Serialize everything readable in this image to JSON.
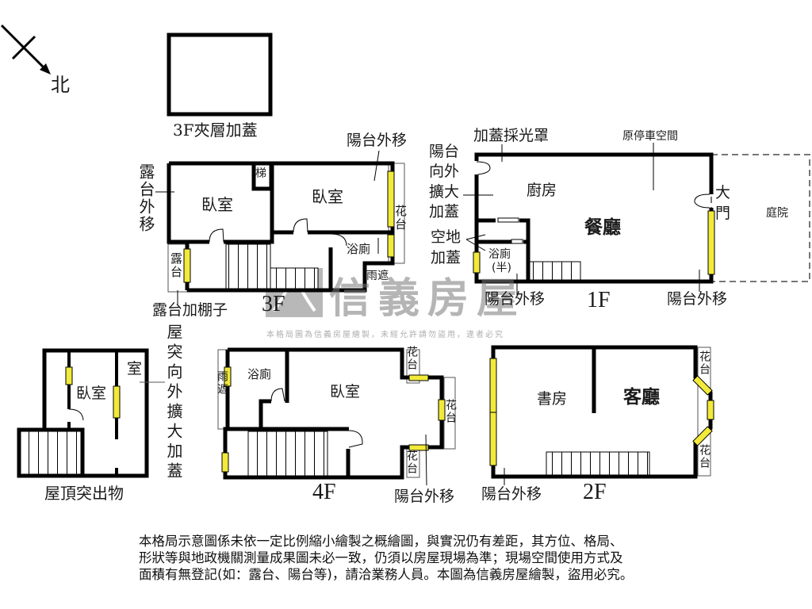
{
  "compass": {
    "label": "北",
    "icon": "north-arrow-icon"
  },
  "mezzanine": {
    "label": "3F夾層加蓋"
  },
  "floor_3f": {
    "floor_label": "3F",
    "rooms": [
      "臥室",
      "臥室",
      "浴廁"
    ],
    "stair_label": "梯",
    "annotations": {
      "terrace_out": "露台外移",
      "balcony_out": "陽台外移",
      "planter": "花台",
      "terrace": "露台",
      "rain_cover": "雨遮",
      "terrace_shed": "露台加棚子"
    }
  },
  "floor_1f": {
    "floor_label": "1F",
    "rooms": [
      "廚房",
      "餐廳",
      "浴廁(半)"
    ],
    "bath_line1": "浴廁",
    "bath_line2": "(半)",
    "annotations": {
      "skylight": "加蓋採光罩",
      "parking": "原停車空間",
      "balcony_expand_1": "陽台",
      "balcony_expand_2": "向外",
      "balcony_expand_3": "擴大",
      "balcony_expand_4": "加蓋",
      "vacant_1": "空地",
      "vacant_2": "加蓋",
      "main_door": "大門",
      "yard": "庭院",
      "balcony_out_left": "陽台外移",
      "balcony_out_right": "陽台外移"
    }
  },
  "floor_rooftop": {
    "floor_label": "屋頂突出物",
    "rooms": [
      "臥室",
      "室"
    ],
    "annotation": "屋突向外擴大加蓋"
  },
  "floor_4f": {
    "floor_label": "4F",
    "rooms": [
      "浴廁",
      "臥室"
    ],
    "annotations": {
      "rain_cover": "雨遮",
      "planter": "花台",
      "balcony_out": "陽台外移"
    }
  },
  "floor_2f": {
    "floor_label": "2F",
    "rooms": [
      "書房",
      "客廳"
    ],
    "annotations": {
      "planter": "花台",
      "balcony_out": "陽台外移"
    }
  },
  "watermark": {
    "brand": "信義房屋",
    "notice": "本格局圖為信義房屋繪製，未經允許請勿盜用，違者必究"
  },
  "disclaimer": {
    "line1": "本格局示意圖係未依一定比例縮小繪製之概繪圖，與實況仍有差距，其方位、格局、",
    "line2": "形狀等與地政機關測量成果圖未必一致，仍須以房屋現場為準；現場空間使用方式及",
    "line3": "面積有無登記(如：露台、陽台等)，請洽業務人員。本圖為信義房屋繪製，盜用必究。"
  },
  "colors": {
    "wall": "#000000",
    "window": "#f2ea3a",
    "dash": "#777777",
    "watermark": "#8c8c8c"
  }
}
